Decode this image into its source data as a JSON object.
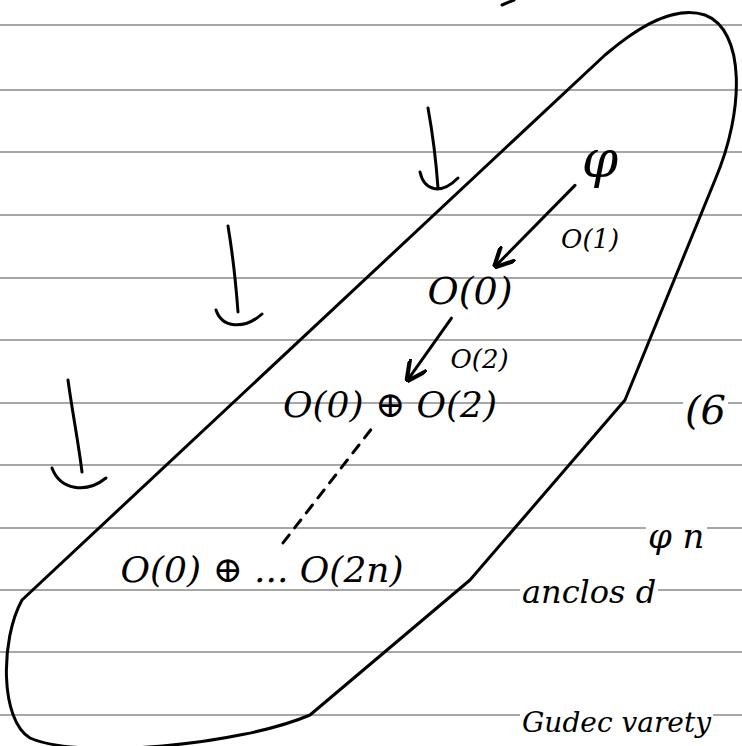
{
  "diagram": {
    "nodes": [
      {
        "text": [
          "φ"
        ]
      },
      {
        "text": [
          "O(0)"
        ]
      },
      {
        "text": [
          "O(0) ⊕ O(2)"
        ]
      },
      {
        "text": [
          "O(0) ⊕ ... O(2n)"
        ]
      }
    ],
    "edges": [
      {
        "from": 0,
        "to": 1,
        "label": "O(1)",
        "arrow": "to"
      },
      {
        "from": 1,
        "to": 2,
        "label": "O(2)",
        "arrow": "to"
      },
      {
        "from": 2,
        "to": 3,
        "arrow": "none"
      }
    ],
    "labels": [
      "(6",
      "φ n",
      "anclos d",
      "Gudec varety"
    ]
  }
}
